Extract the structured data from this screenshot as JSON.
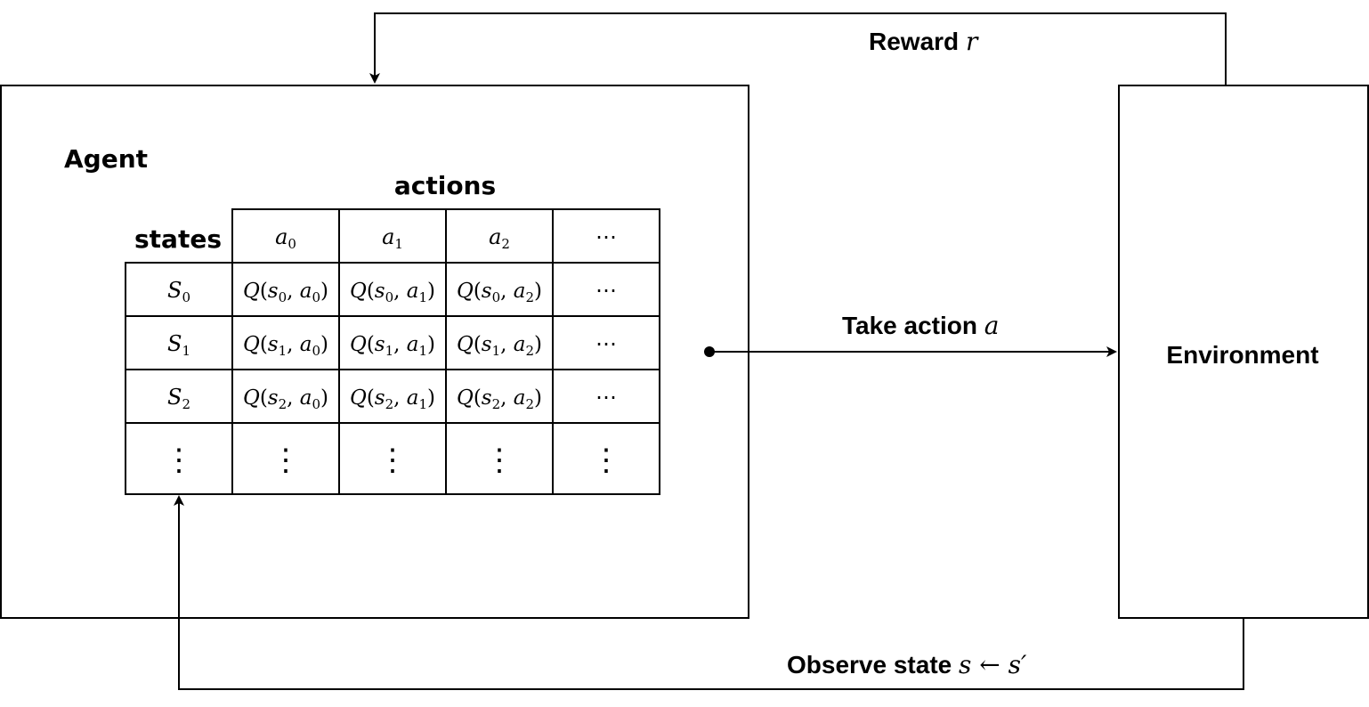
{
  "agent": {
    "title": "Agent",
    "table": {
      "row_header": "states",
      "col_header": "actions",
      "actions": [
        {
          "base": "a",
          "sub": "0"
        },
        {
          "base": "a",
          "sub": "1"
        },
        {
          "base": "a",
          "sub": "2"
        },
        {
          "ellipsis": "⋯"
        }
      ],
      "states": [
        {
          "base": "S",
          "sub": "0"
        },
        {
          "base": "S",
          "sub": "1"
        },
        {
          "base": "S",
          "sub": "2"
        },
        {
          "ellipsis": "⋮"
        }
      ],
      "cells": [
        [
          {
            "s": "0",
            "a": "0"
          },
          {
            "s": "0",
            "a": "1"
          },
          {
            "s": "0",
            "a": "2"
          },
          {
            "ellipsis": "⋯"
          }
        ],
        [
          {
            "s": "1",
            "a": "0"
          },
          {
            "s": "1",
            "a": "1"
          },
          {
            "s": "1",
            "a": "2"
          },
          {
            "ellipsis": "⋯"
          }
        ],
        [
          {
            "s": "2",
            "a": "0"
          },
          {
            "s": "2",
            "a": "1"
          },
          {
            "s": "2",
            "a": "2"
          },
          {
            "ellipsis": "⋯"
          }
        ],
        [
          {
            "ellipsis": "⋮"
          },
          {
            "ellipsis": "⋮"
          },
          {
            "ellipsis": "⋮"
          },
          {
            "ellipsis": "⋮"
          }
        ]
      ]
    }
  },
  "environment": {
    "title": "Environment"
  },
  "edges": {
    "reward": {
      "text": "Reward ",
      "var": "r"
    },
    "action": {
      "text": "Take action ",
      "var": "a"
    },
    "observe": {
      "text": "Observe state ",
      "var": "s",
      "arrow": " ← ",
      "var2": "s′"
    }
  }
}
